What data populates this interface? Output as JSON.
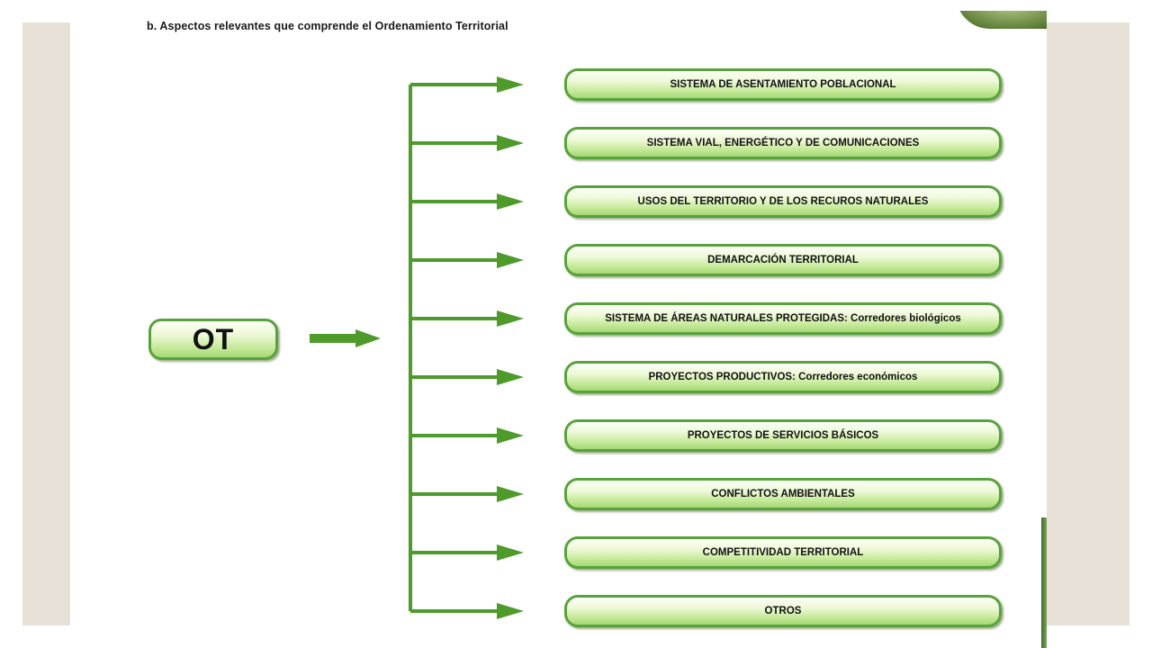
{
  "heading": "b. Aspectos relevantes que comprende el Ordenamiento Territorial",
  "root": {
    "label": "OT"
  },
  "items": [
    {
      "label": "SISTEMA DE ASENTAMIENTO POBLACIONAL"
    },
    {
      "label": "SISTEMA VIAL, ENERGÉTICO Y DE COMUNICACIONES"
    },
    {
      "label": "USOS DEL TERRITORIO Y DE LOS RECUROS NATURALES"
    },
    {
      "label": "DEMARCACIÓN TERRITORIAL"
    },
    {
      "label": "SISTEMA DE ÁREAS NATURALES PROTEGIDAS: Corredores biológicos"
    },
    {
      "label": "PROYECTOS PRODUCTIVOS: Corredores económicos"
    },
    {
      "label": "PROYECTOS DE SERVICIOS BÁSICOS"
    },
    {
      "label": "CONFLICTOS AMBIENTALES"
    },
    {
      "label": "COMPETITIVIDAD TERRITORIAL"
    },
    {
      "label": "OTROS"
    }
  ],
  "colors": {
    "connector": "#4e9a2a",
    "box_border": "#58a23c",
    "box_fill_light": "#f4fce8",
    "box_fill_dark": "#a5d875",
    "side_panel": "#e6e0d6"
  }
}
